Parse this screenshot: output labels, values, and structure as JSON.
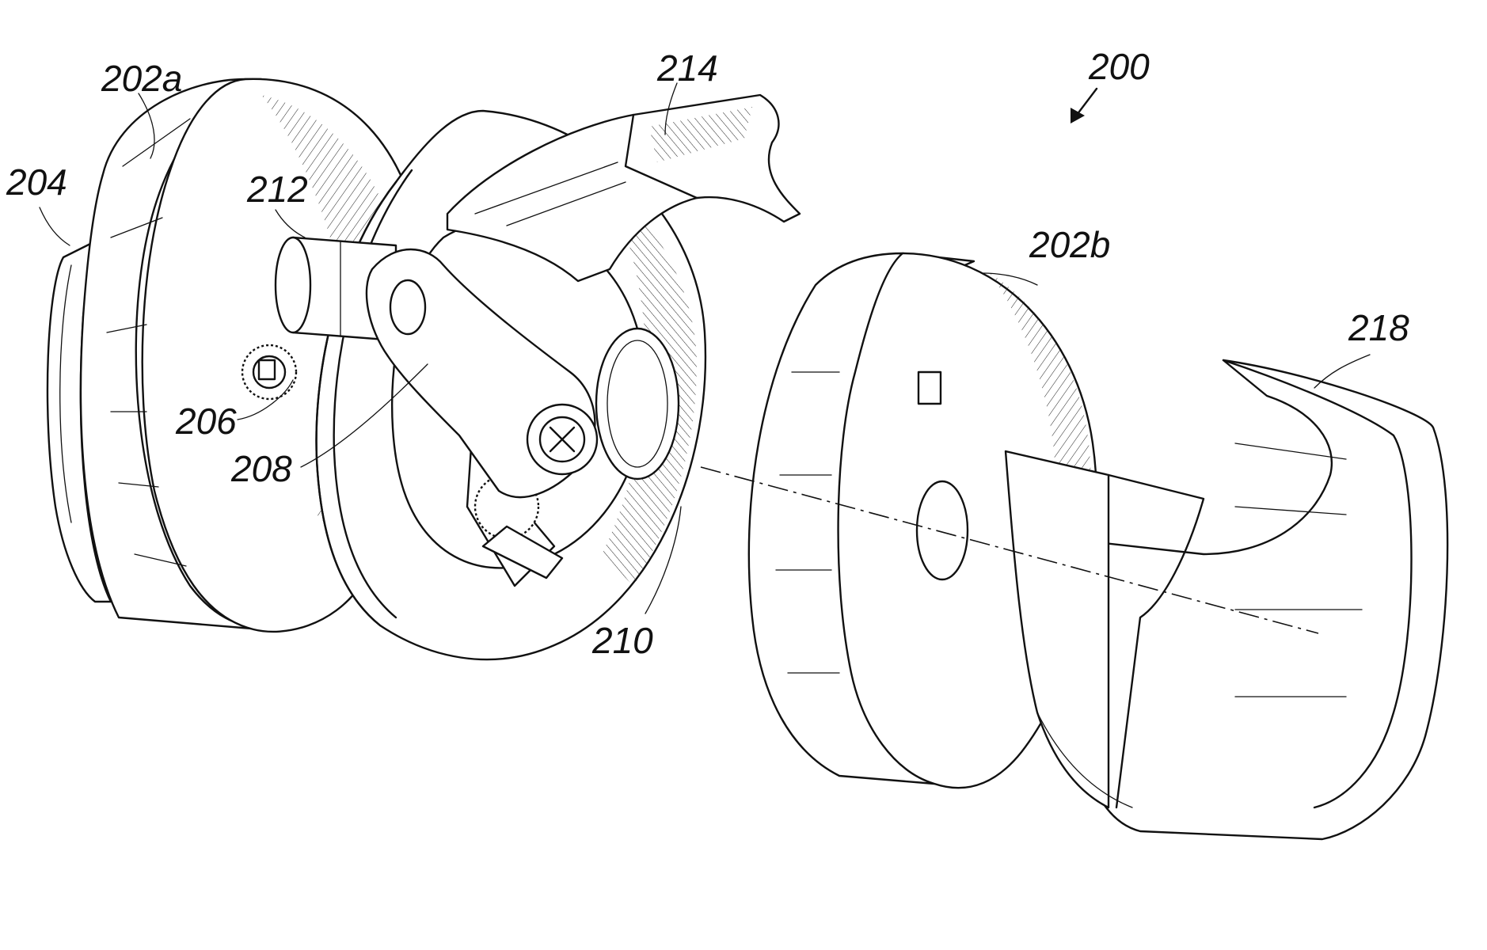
{
  "figure": {
    "labels": {
      "assembly": "200",
      "housing_left": "202a",
      "housing_right": "202b",
      "cap": "204",
      "gear_small": "206",
      "crank_arm": "208",
      "plate": "210",
      "pin": "212",
      "lever": "214",
      "band": "218"
    }
  }
}
